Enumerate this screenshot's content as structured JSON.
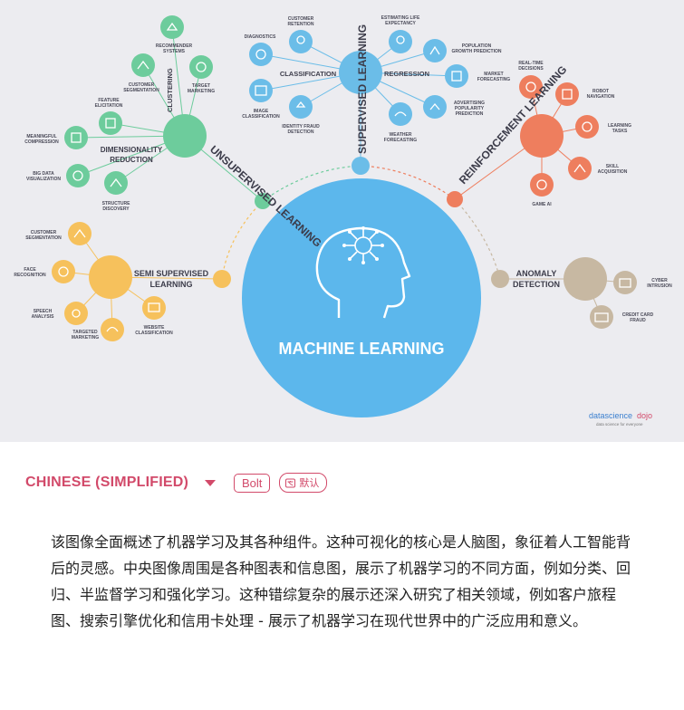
{
  "infographic": {
    "center_title": "MACHINE LEARNING",
    "supervised": "SUPERVISED LEARNING",
    "unsupervised": "UNSUPERVISED LEARNING",
    "reinforcement": "REINFORCEMENT LEARNING",
    "semi": [
      "SEMI SUPERVISED",
      "LEARNING"
    ],
    "anomaly": [
      "ANOMALY",
      "DETECTION"
    ],
    "classification": "CLASSIFICATION",
    "regression": "REGRESSION",
    "clustering": "CLUSTERING",
    "dim_reduction": [
      "DIMENSIONALITY",
      "REDUCTION"
    ],
    "class_items": {
      "diagnostics": "DIAGNOSTICS",
      "retention": [
        "CUSTOMER",
        "RETENTION"
      ],
      "image": [
        "IMAGE",
        "CLASSIFICATION"
      ],
      "fraud": [
        "IDENTITY FRAUD",
        "DETECTION"
      ]
    },
    "reg_items": {
      "life": [
        "ESTIMATING LIFE",
        "EXPECTANCY"
      ],
      "population": [
        "POPULATION",
        "GROWTH PREDICTION"
      ],
      "market": [
        "MARKET",
        "FORECASTING"
      ],
      "advertising": [
        "ADVERTISING",
        "POPULARITY",
        "PREDICTION"
      ],
      "weather": [
        "WEATHER",
        "FORECASTING"
      ]
    },
    "cluster_items": {
      "recommender": [
        "RECOMMENDER",
        "SYSTEMS"
      ],
      "target": [
        "TARGET",
        "MARKETING"
      ],
      "segmentation": [
        "CUSTOMER",
        "SEGMENTATION"
      ]
    },
    "dim_items": {
      "feature": [
        "FEATURE",
        "ELICITATION"
      ],
      "compression": [
        "MEANINGFUL",
        "COMPRESSION"
      ],
      "bigdata": [
        "BIG DATA",
        "VISUALIZATION"
      ],
      "structure": [
        "STRUCTURE",
        "DISCOVERY"
      ]
    },
    "rl_items": {
      "realtime": [
        "REAL-TIME",
        "DECISIONS"
      ],
      "robot": [
        "ROBOT",
        "NAVIGATION"
      ],
      "learning": [
        "LEARNING",
        "TASKS"
      ],
      "skill": [
        "SKILL",
        "ACQUISITION"
      ],
      "game": [
        "GAME AI"
      ]
    },
    "semi_items": {
      "segmentation": [
        "CUSTOMER",
        "SEGMENTATION"
      ],
      "face": [
        "FACE",
        "RECOGNITION"
      ],
      "speech": [
        "SPEECH",
        "ANALYSIS"
      ],
      "targeted": [
        "TARGETED",
        "MARKETING"
      ],
      "website": [
        "WEBSITE",
        "CLASSIFICATION"
      ]
    },
    "anomaly_items": {
      "cyber": [
        "CYBER",
        "INTRUSION"
      ],
      "card": [
        "CREDIT CARD",
        "FRAUD"
      ]
    },
    "logo": {
      "brand_a": "datascience",
      "brand_b": "dojo",
      "tagline": "data science for everyone"
    },
    "colors": {
      "center": "#5cb7ec",
      "supervised": "#6bbde8",
      "unsupervised": "#6dcc9c",
      "reinforcement": "#ee7e5e",
      "semi": "#f6c15c",
      "anomaly": "#c7b8a2",
      "background": "#ececf0"
    }
  },
  "panel": {
    "language": "CHINESE (SIMPLIFIED)",
    "model": "Bolt",
    "style": "默认",
    "caption": "该图像全面概述了机器学习及其各种组件。这种可视化的核心是人脑图，象征着人工智能背后的灵感。中央图像周围是各种图表和信息图，展示了机器学习的不同方面，例如分类、回归、半监督学习和强化学习。这种错综复杂的展示还深入研究了相关领域，例如客户旅程图、搜索引擎优化和信用卡处理 - 展示了机器学习在现代世界中的广泛应用和意义。",
    "accent": "#d24a6a"
  }
}
